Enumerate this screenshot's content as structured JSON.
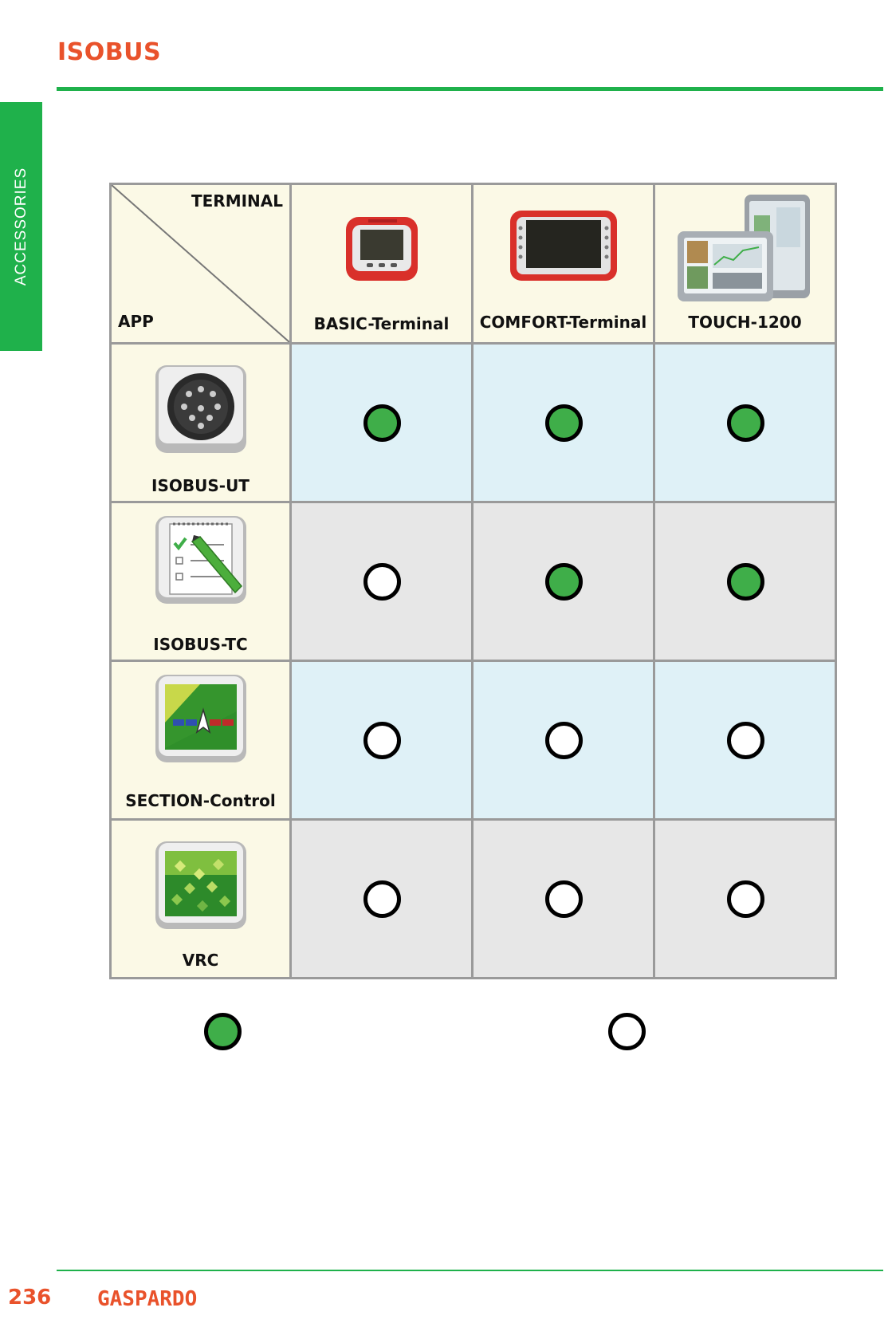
{
  "header": {
    "title": "ISOBUS"
  },
  "sidebar": {
    "section_label": "ACCESSORIES"
  },
  "table": {
    "corner_top": "TERMINAL",
    "corner_bottom": "APP",
    "terminals": [
      {
        "label": "BASIC-Terminal",
        "icon": "basic-terminal-icon"
      },
      {
        "label": "COMFORT-Terminal",
        "icon": "comfort-terminal-icon"
      },
      {
        "label": "TOUCH-1200",
        "icon": "touch-terminal-icon"
      }
    ],
    "apps": [
      {
        "label": "ISOBUS-UT",
        "icon": "connector-icon",
        "support": [
          true,
          true,
          true
        ]
      },
      {
        "label": "ISOBUS-TC",
        "icon": "checklist-icon",
        "support": [
          false,
          true,
          true
        ]
      },
      {
        "label": "SECTION-Control",
        "icon": "section-control-icon",
        "support": [
          false,
          false,
          false
        ]
      },
      {
        "label": "VRC",
        "icon": "vrc-map-icon",
        "support": [
          false,
          false,
          false
        ]
      }
    ]
  },
  "legend": [
    {
      "state": "available",
      "icon": "filled-green-circle"
    },
    {
      "state": "not-available",
      "icon": "empty-circle"
    }
  ],
  "colors": {
    "accent": "#e9522b",
    "brand_green": "#1fb14b",
    "dot_green": "#3fae49",
    "row_blue": "#dff1f7",
    "row_grey": "#e7e7e7",
    "header_bg": "#fbf9e6"
  },
  "footer": {
    "page_number": "236",
    "brand": "GASPARDO"
  }
}
